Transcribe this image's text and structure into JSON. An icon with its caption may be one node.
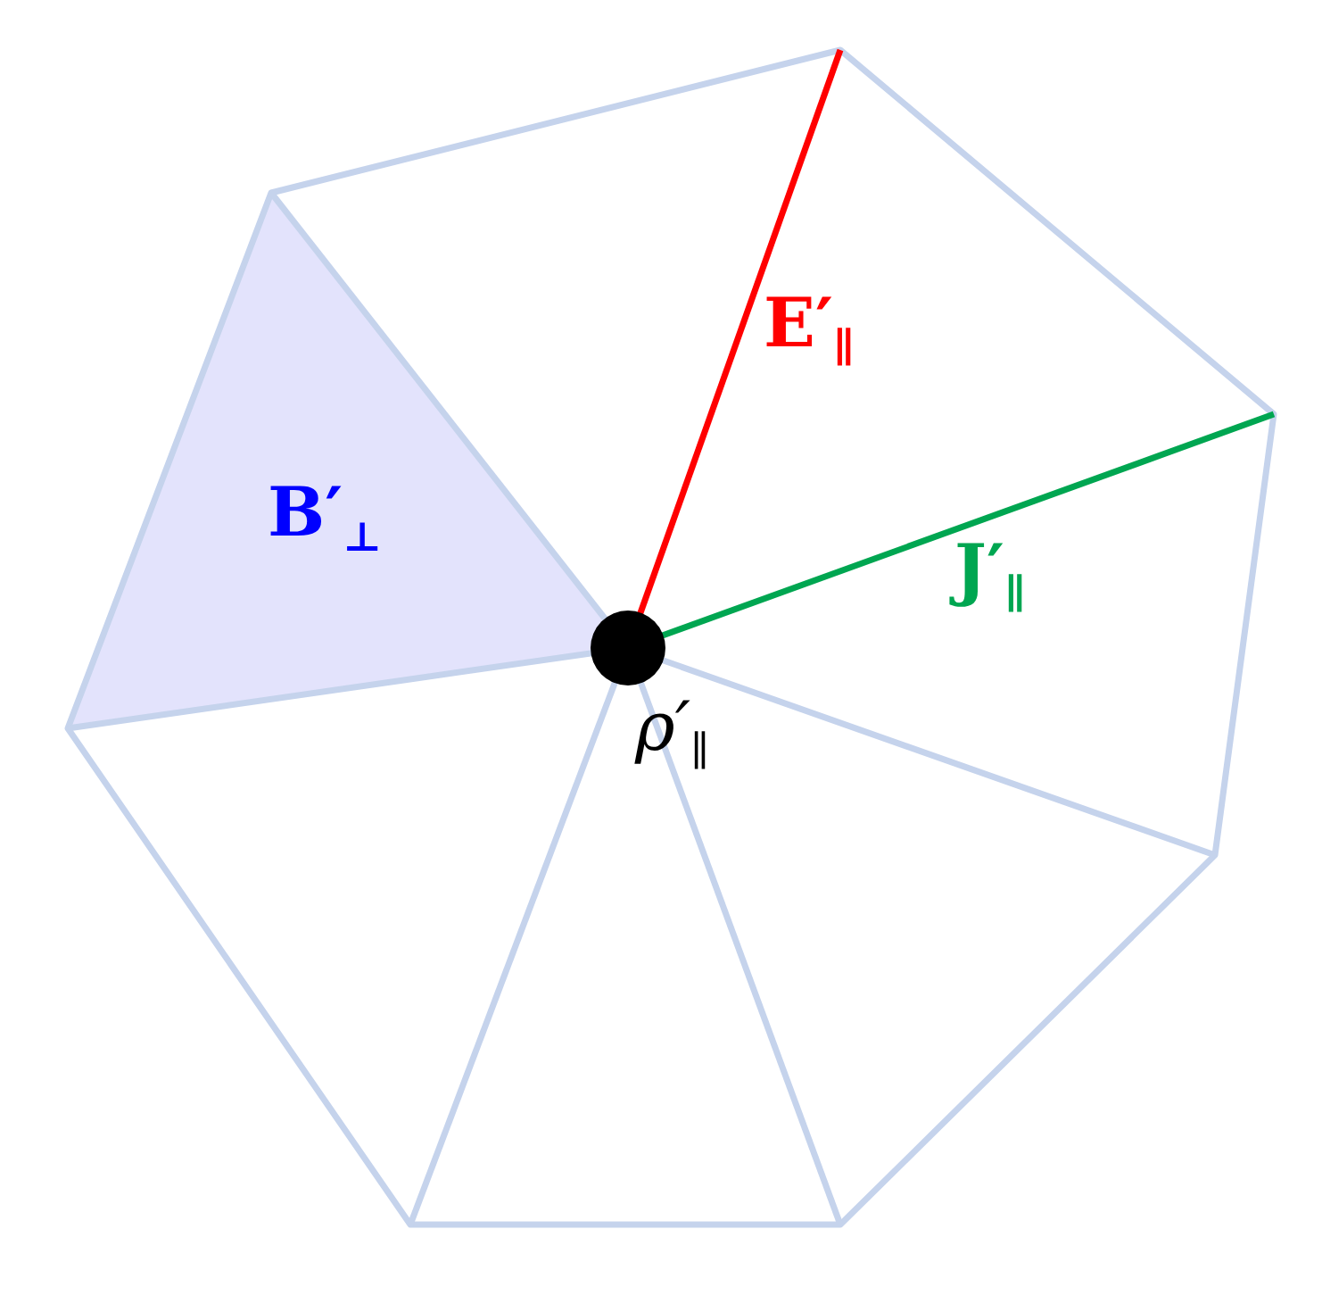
{
  "diagram": {
    "labels": [
      "E′$_{∥}$",
      "B′$_{⊥}$",
      "J′$_{∥}$",
      "ρ′$_{∥}$"
    ]
  }
}
